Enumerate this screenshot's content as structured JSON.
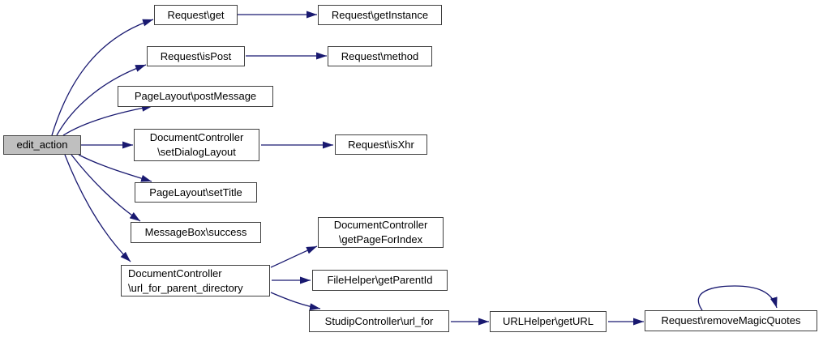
{
  "diagram_type": "call-graph",
  "colors": {
    "arrow": "#191970",
    "node_border": "#404040",
    "node_fill": "#ffffff",
    "root_fill": "#bfbfbf",
    "text": "#000000"
  },
  "nodes": {
    "edit_action": {
      "label": "edit_action"
    },
    "request_get": {
      "label": "Request\\get"
    },
    "request_getinstance": {
      "label": "Request\\getInstance"
    },
    "request_ispost": {
      "label": "Request\\isPost"
    },
    "request_method": {
      "label": "Request\\method"
    },
    "pagelayout_postmessage": {
      "label": "PageLayout\\postMessage"
    },
    "documentcontroller_setdialoglayout": {
      "label": "DocumentController\n\\setDialogLayout"
    },
    "request_isxhr": {
      "label": "Request\\isXhr"
    },
    "pagelayout_settitle": {
      "label": "PageLayout\\setTitle"
    },
    "messagebox_success": {
      "label": "MessageBox\\success"
    },
    "documentcontroller_getpageforindex": {
      "label": "DocumentController\n\\getPageForIndex"
    },
    "documentcontroller_url_for_parent_directory": {
      "label": "DocumentController\n\\url_for_parent_directory"
    },
    "filehelper_getparentid": {
      "label": "FileHelper\\getParentId"
    },
    "studipcontroller_url_for": {
      "label": "StudipController\\url_for"
    },
    "urlhelper_geturl": {
      "label": "URLHelper\\getURL"
    },
    "request_removemagicquotes": {
      "label": "Request\\removeMagicQuotes"
    }
  },
  "edges": [
    {
      "from": "edit_action",
      "to": "request_get"
    },
    {
      "from": "edit_action",
      "to": "request_ispost"
    },
    {
      "from": "edit_action",
      "to": "pagelayout_postmessage"
    },
    {
      "from": "edit_action",
      "to": "documentcontroller_setdialoglayout"
    },
    {
      "from": "edit_action",
      "to": "pagelayout_settitle"
    },
    {
      "from": "edit_action",
      "to": "messagebox_success"
    },
    {
      "from": "edit_action",
      "to": "documentcontroller_url_for_parent_directory"
    },
    {
      "from": "request_get",
      "to": "request_getinstance"
    },
    {
      "from": "request_ispost",
      "to": "request_method"
    },
    {
      "from": "documentcontroller_setdialoglayout",
      "to": "request_isxhr"
    },
    {
      "from": "documentcontroller_url_for_parent_directory",
      "to": "documentcontroller_getpageforindex"
    },
    {
      "from": "documentcontroller_url_for_parent_directory",
      "to": "filehelper_getparentid"
    },
    {
      "from": "documentcontroller_url_for_parent_directory",
      "to": "studipcontroller_url_for"
    },
    {
      "from": "studipcontroller_url_for",
      "to": "urlhelper_geturl"
    },
    {
      "from": "urlhelper_geturl",
      "to": "request_removemagicquotes"
    },
    {
      "from": "request_removemagicquotes",
      "to": "request_removemagicquotes"
    }
  ]
}
